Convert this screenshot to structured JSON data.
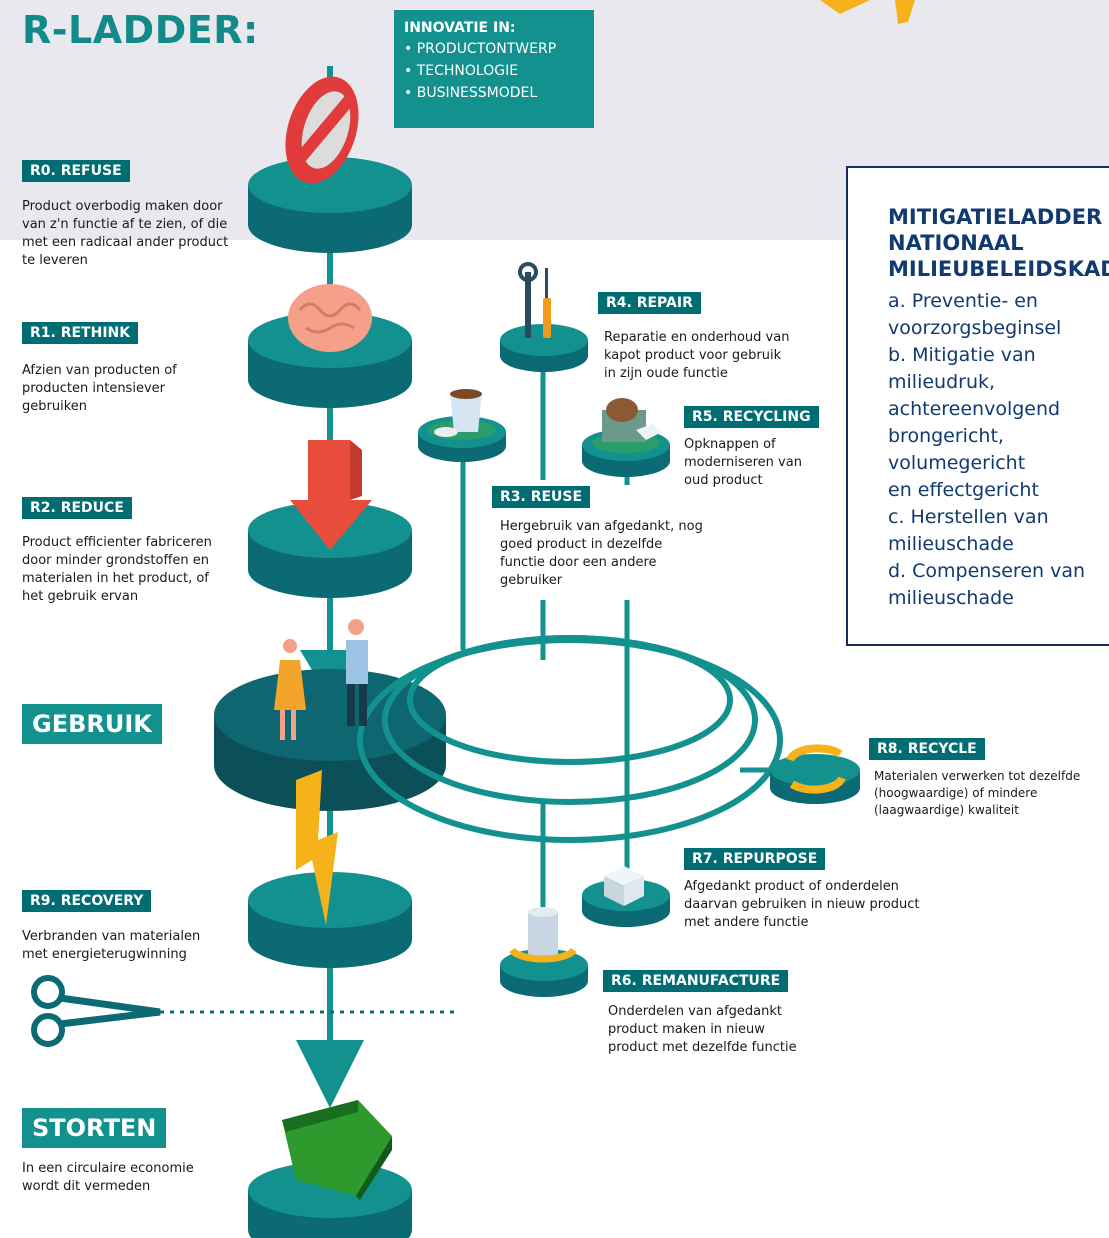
{
  "title": "R-LADDER:",
  "innovation": {
    "heading": "INNOVATIE IN:",
    "items": [
      "PRODUCTONTWERP",
      "TECHNOLOGIE",
      "BUSINESSMODEL"
    ]
  },
  "steps": {
    "r0": {
      "label": "R0. REFUSE",
      "text": "Product overbodig maken door van z'n functie af te zien, of die met een radicaal ander product te leveren"
    },
    "r1": {
      "label": "R1. RETHINK",
      "text": "Afzien van producten of producten intensiever gebruiken"
    },
    "r2": {
      "label": "R2. REDUCE",
      "text": "Product efficienter fabriceren door minder grondstoffen en materialen in het product, of het gebruik ervan"
    },
    "gebruik": {
      "label": "GEBRUIK"
    },
    "r9": {
      "label": "R9. RECOVERY",
      "text": "Verbranden van materialen met energieterugwinning"
    },
    "storten": {
      "label": "STORTEN",
      "text": "In een circulaire economie wordt dit vermeden"
    },
    "r3": {
      "label": "R3. REUSE",
      "text": "Hergebruik van afgedankt, nog goed product in dezelfde functie door een andere gebruiker"
    },
    "r4": {
      "label": "R4. REPAIR",
      "text": "Reparatie en onderhoud van kapot product voor gebruik in zijn oude functie"
    },
    "r5": {
      "label": "R5. RECYCLING",
      "text": "Opknappen of moderniseren van oud product"
    },
    "r6": {
      "label": "R6. REMANUFACTURE",
      "text": "Onderdelen van afgedankt product maken in nieuw product met dezelfde functie"
    },
    "r7": {
      "label": "R7. REPURPOSE",
      "text": "Afgedankt product of onderdelen daarvan gebruiken in nieuw product met andere functie"
    },
    "r8": {
      "label": "R8. RECYCLE",
      "text": "Materialen verwerken tot dezelfde (hoogwaardige) of mindere (laagwaardige) kwaliteit"
    }
  },
  "panel": {
    "heading": "MITIGATIELADDER\nNATIONAAL\nMILIEUBELEIDSKADER",
    "items": [
      "a. Preventie- en\n    voorzorgsbeginsel",
      "b. Mitigatie van milieudruk,\n    achtereenvolgend\n    brongericht, volumegericht\n    en effectgericht",
      "c. Herstellen van milieuschade",
      "d. Compenseren van\n    milieuschade"
    ]
  },
  "colors": {
    "teal": "#12918f",
    "teal_dark": "#006d73",
    "teal_darkest": "#0b5e66",
    "navy": "#113a70",
    "band": "#e9e8ee"
  },
  "icons": [
    "prohibition-icon",
    "brain-icon",
    "down-arrow-icon",
    "people-icon",
    "lightning-icon",
    "scissors-icon",
    "container-icon",
    "wrench-screwdriver-icon",
    "cup-icon",
    "stool-icon",
    "recycle-arrows-icon",
    "cubes-icon",
    "can-icon"
  ]
}
